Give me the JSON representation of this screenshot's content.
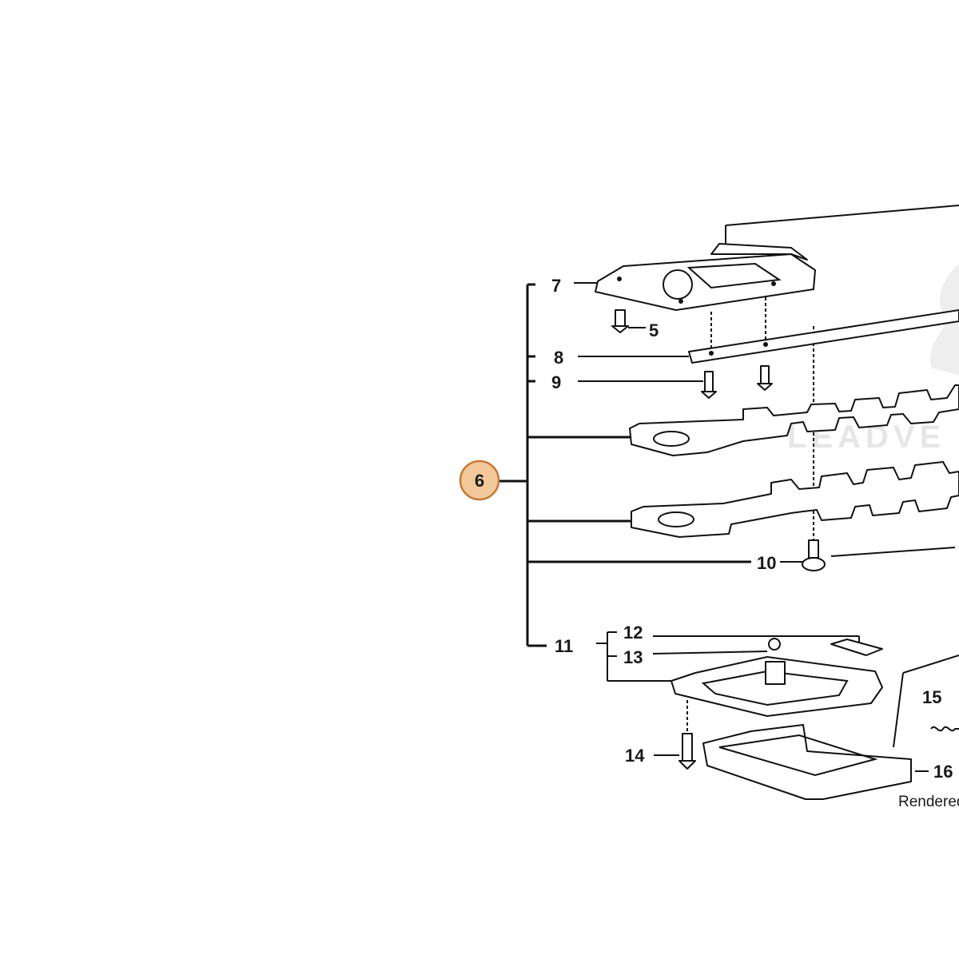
{
  "diagram": {
    "callouts": {
      "c5": "5",
      "c6": "6",
      "c7": "7",
      "c8": "8",
      "c9": "9",
      "c10": "10",
      "c11": "11",
      "c12": "12",
      "c13": "13",
      "c14": "14",
      "c15": "15",
      "c16": "16"
    },
    "highlight_color": "#f3c89b",
    "highlight_border_color": "#c27a36",
    "watermark": "LEADVE",
    "rendered_note": "Rendered"
  }
}
